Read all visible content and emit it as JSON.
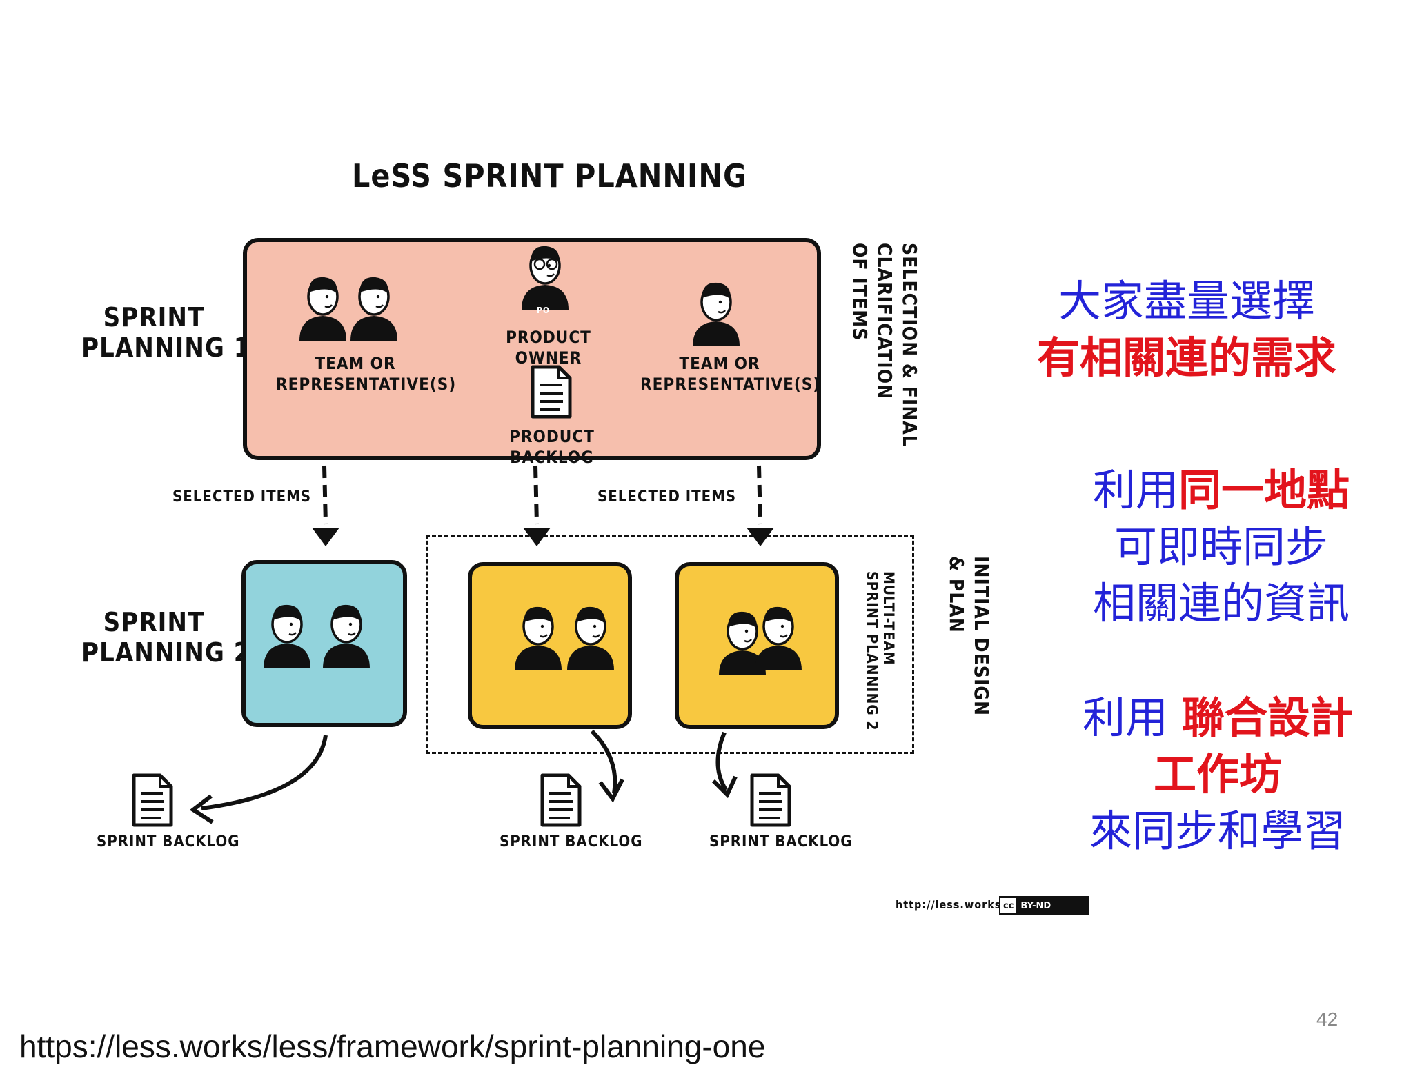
{
  "diagram": {
    "title": "LeSS SPRINT PLANNING",
    "sprint_planning_1": "SPRINT\nPLANNING 1",
    "sprint_planning_2": "SPRINT\nPLANNING 2",
    "team_left": "TEAM OR\nREPRESENTATIVE(S)",
    "team_right": "TEAM OR\nREPRESENTATIVE(S)",
    "product_owner": "PRODUCT OWNER",
    "po_badge": "PO",
    "product_backlog": "PRODUCT BACKLOG",
    "selection_label": "SELECTION & FINAL\nCLARIFICATION\nOF ITEMS",
    "selected_items_left": "SELECTED ITEMS",
    "selected_items_right": "SELECTED ITEMS",
    "multi_team_label": "MULTI-TEAM\nSPRINT PLANNING 2",
    "initial_design_label": "INITIAL DESIGN\n& PLAN",
    "sprint_backlogs": [
      "SPRINT BACKLOG",
      "SPRINT BACKLOG",
      "SPRINT BACKLOG"
    ],
    "credit_url": "http://less.works",
    "license_mark": "cc",
    "license": "BY-ND",
    "colors": {
      "sp1": "#f6bfad",
      "sp2": "#92d3dc",
      "multi": "#f8c840"
    }
  },
  "notes": {
    "block1_line1": "大家盡量選擇",
    "block1_line2": "有相關連的需求",
    "block2_prefix": "利用",
    "block2_highlight": "同一地點",
    "block2_line2": "可即時同步",
    "block2_line3": "相關連的資訊",
    "block3_prefix": "利用 ",
    "block3_highlight": "聯合設計",
    "block3_line2": "工作坊",
    "block3_line3": "來同步和學習"
  },
  "footer": {
    "source_url": "https://less.works/less/framework/sprint-planning-one",
    "page_number": "42"
  }
}
